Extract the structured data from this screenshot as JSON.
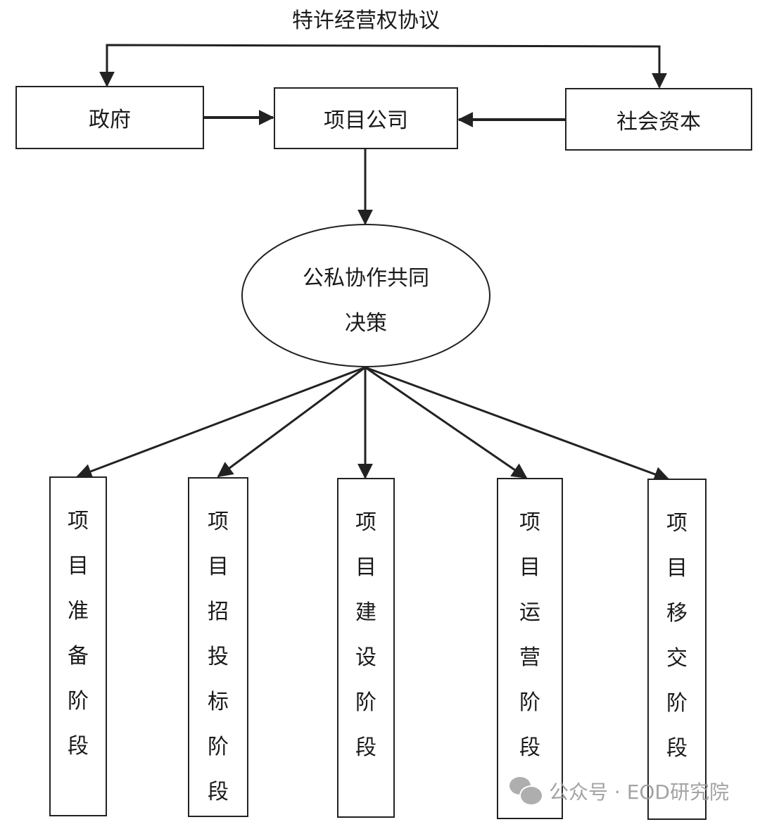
{
  "title": "特许经营权协议",
  "nodes": {
    "government": "政府",
    "project_company": "项目公司",
    "social_capital": "社会资本",
    "decision": {
      "line1": "公私协作共同",
      "line2": "决策"
    }
  },
  "stages": [
    {
      "chars": [
        "项",
        "目",
        "准",
        "备",
        "阶",
        "段"
      ]
    },
    {
      "chars": [
        "项",
        "目",
        "招",
        "投",
        "标",
        "阶",
        "段"
      ]
    },
    {
      "chars": [
        "项",
        "目",
        "建",
        "设",
        "阶",
        "段"
      ]
    },
    {
      "chars": [
        "项",
        "目",
        "运",
        "营",
        "阶",
        "段"
      ]
    },
    {
      "chars": [
        "项",
        "目",
        "移",
        "交",
        "阶",
        "段"
      ]
    }
  ],
  "watermark": {
    "icon": "wechat-icon",
    "text": "公众号 · EOD研究院"
  },
  "colors": {
    "line": "#222222",
    "watermark": "#9a9a9a"
  }
}
